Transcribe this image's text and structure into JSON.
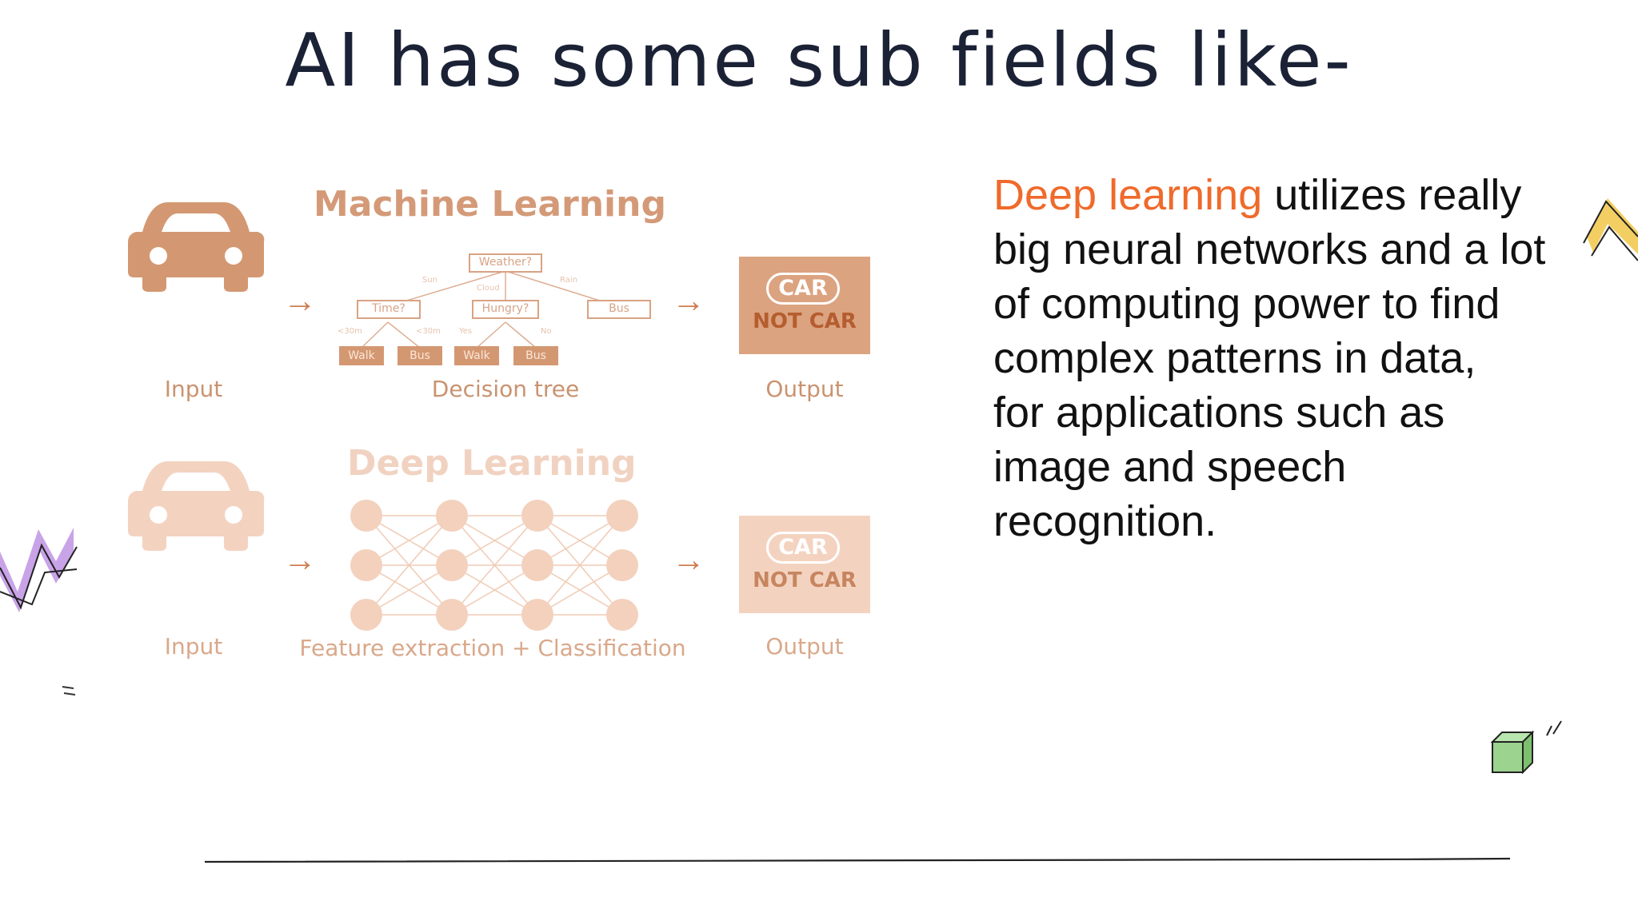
{
  "slide": {
    "title": "AI has some sub fields like-"
  },
  "diagram": {
    "ml": {
      "title": "Machine Learning",
      "input_label": "Input",
      "middle_label": "Decision tree",
      "output_label": "Output",
      "tree": {
        "root": "Weather?",
        "branch_labels": [
          "Sun",
          "Cloud",
          "Rain"
        ],
        "nodes": [
          "Time?",
          "Hungry?",
          "Bus"
        ],
        "sub_labels": [
          "<30m",
          "<30m",
          "Yes",
          "No"
        ],
        "leaves": [
          "Walk",
          "Bus",
          "Walk",
          "Bus"
        ]
      },
      "output_badge": "CAR",
      "output_text": "NOT CAR"
    },
    "dl": {
      "title": "Deep Learning",
      "input_label": "Input",
      "middle_label": "Feature extraction + Classification",
      "output_label": "Output",
      "output_badge": "CAR",
      "output_text": "NOT CAR"
    },
    "arrow_glyph": "→",
    "colors": {
      "ml_primary": "#d39872",
      "dl_primary": "#f3d3c0",
      "accent_orange": "#ef6a2b"
    }
  },
  "text_block": {
    "highlight": "Deep learning",
    "rest": " utilizes really big neural networks and a lot of computing power to find complex patterns in data,",
    "line2": "for applications such as image and speech recognition."
  }
}
